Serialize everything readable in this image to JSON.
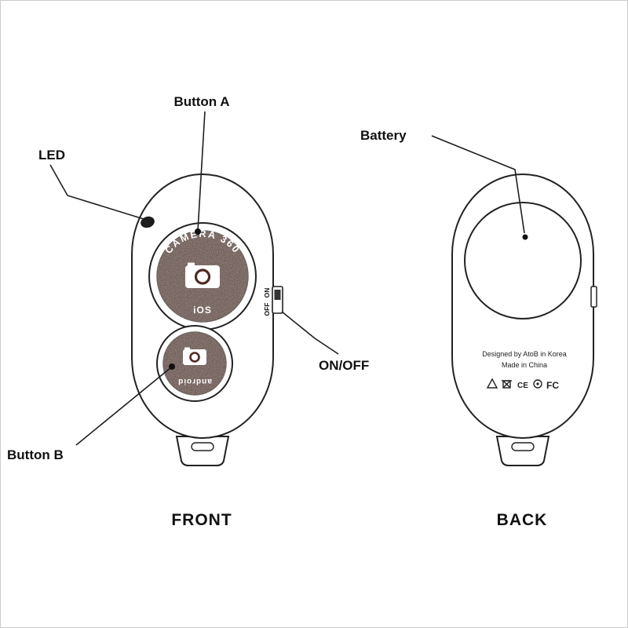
{
  "labels": {
    "button_a": "Button A",
    "led": "LED",
    "button_b": "Button B",
    "on_off": "ON/OFF",
    "battery": "Battery",
    "front": "FRONT",
    "back": "BACK"
  },
  "front": {
    "dial_text": "CAMERA 360",
    "dial_sub": "iOS",
    "button_b_text": "android",
    "switch_on": "ON",
    "switch_off": "OFF"
  },
  "back": {
    "origin_line1": "Designed by AtoB in Korea",
    "origin_line2": "Made in China",
    "ce_mark": "CE",
    "fcc_mark": "FC"
  },
  "colors": {
    "button_fill": "#4e2b24",
    "outline": "#1e1e1e"
  }
}
